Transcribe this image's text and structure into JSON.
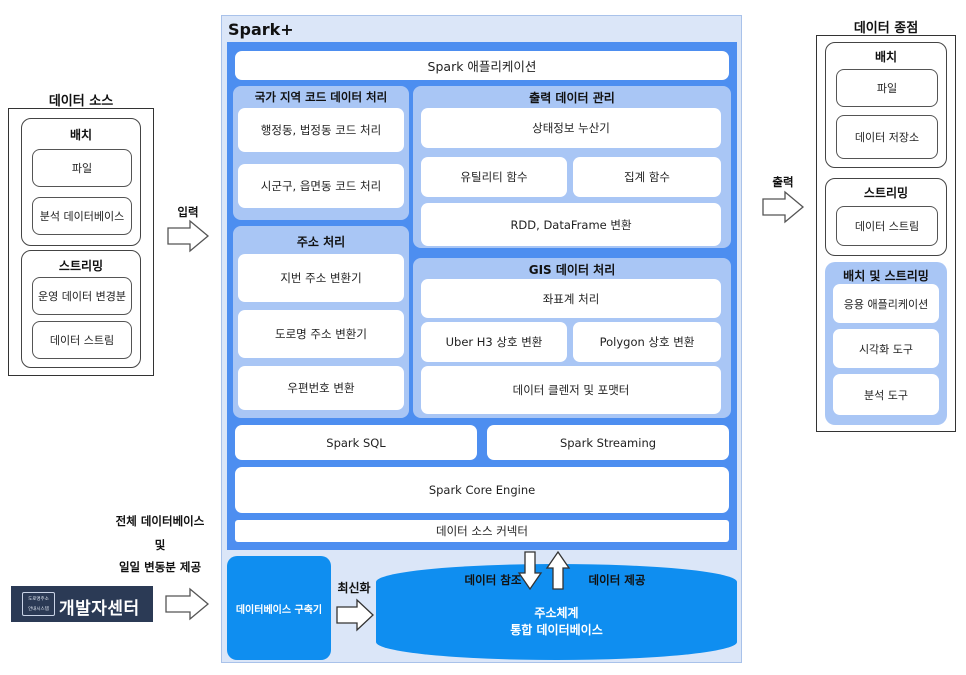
{
  "sources": {
    "title": "데이터 소스",
    "batch": {
      "title": "배치",
      "items": [
        "파일",
        "분석 데이터베이스"
      ]
    },
    "streaming": {
      "title": "스트리밍",
      "items": [
        "운영 데이터 변경분",
        "데이터 스트림"
      ]
    }
  },
  "input_label": "입력",
  "output_label": "출력",
  "spark": {
    "title": "Spark+",
    "app": "Spark 애플리케이션",
    "region": {
      "title": "국가 지역 코드 데이터 처리",
      "items": [
        "행정동, 법정동 코드 처리",
        "시군구, 읍면동 코드 처리"
      ]
    },
    "address": {
      "title": "주소 처리",
      "items": [
        "지번 주소 변환기",
        "도로명 주소 변환기",
        "우편번호 변환"
      ]
    },
    "output_mgmt": {
      "title": "출력 데이터 관리",
      "state": "상태정보 누산기",
      "utility": "유틸리티 함수",
      "aggregate": "집계 함수",
      "rdd": "RDD, DataFrame 변환"
    },
    "gis": {
      "title": "GIS 데이터 처리",
      "coord": "좌표계 처리",
      "h3": "Uber H3 상호 변환",
      "polygon": "Polygon 상호 변환",
      "cleanser": "데이터 클렌저 및 포맷터"
    },
    "sql": "Spark SQL",
    "streaming": "Spark Streaming",
    "core": "Spark Core Engine",
    "connector": "데이터 소스 커넥터"
  },
  "bottom": {
    "note_lines": [
      "전체 데이터베이스",
      "및",
      "일일 변동분 제공"
    ],
    "devcenter": {
      "badge_top": "도로명주소",
      "badge_bottom": "안내시스템",
      "name": "개발자센터"
    },
    "builder": "데이터베이스 구축기",
    "refresh": "최신화",
    "ref": "데이터 참조",
    "provide": "데이터 제공",
    "db_lines": [
      "주소체계",
      "통합 데이터베이스"
    ]
  },
  "sinks": {
    "title": "데이터 종점",
    "batch": {
      "title": "배치",
      "items": [
        "파일",
        "데이터 저장소"
      ]
    },
    "streaming": {
      "title": "스트리밍",
      "items": [
        "데이터 스트림"
      ]
    },
    "both": {
      "title": "배치 및 스트리밍",
      "items": [
        "응용 애플리케이션",
        "시각화 도구",
        "분석 도구"
      ]
    }
  },
  "colors": {
    "outer_fill": "#dbe6f8",
    "outer_border": "#a9c2ea",
    "main_blue": "#4d8ef0",
    "group_blue": "#a9c6f5",
    "db_blue": "#0f8ef0"
  }
}
